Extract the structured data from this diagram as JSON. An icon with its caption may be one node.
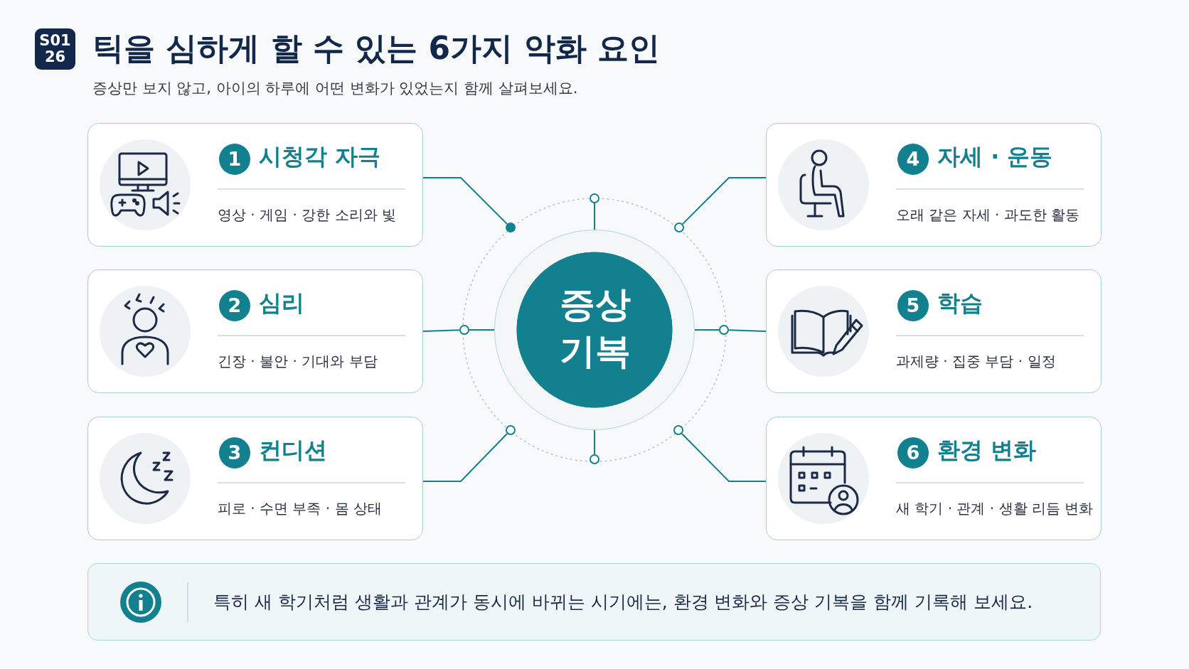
{
  "diagram": {
    "title": "틱을 심하게 할 수 있는 6가지 악화 요인",
    "nodes": [
      {
        "text": [
          "S01 26"
        ]
      },
      {
        "text": [
          "시청각 자극",
          "영상 · 게임 · 강한 소리와 빛"
        ]
      },
      {
        "text": [
          "1"
        ],
        "in": 1
      },
      {
        "text": [
          "심리",
          "긴장 · 불안 · 기대와 부담"
        ]
      },
      {
        "text": [
          "2"
        ],
        "in": 3
      },
      {
        "text": [
          "컨디션",
          "피로 · 수면 부족 · 몸 상태"
        ]
      },
      {
        "text": [
          "3"
        ],
        "in": 5
      },
      {
        "text": [
          "증상 기복"
        ]
      },
      {
        "text": [
          "자세 · 운동",
          "오래 같은 자세 · 과도한 활동"
        ]
      },
      {
        "text": [
          "4"
        ],
        "in": 8
      },
      {
        "text": [
          "학습",
          "과제량 · 집중 부담 · 일정"
        ]
      },
      {
        "text": [
          "5"
        ],
        "in": 10
      },
      {
        "text": [
          "환경 변화",
          "새 학기 · 관계 · 생활 리듬 변화"
        ]
      },
      {
        "text": [
          "6"
        ],
        "in": 12
      },
      {
        "text": [
          "특히 새 학기처럼 생활과 관계가 동시에 바뀌는 시기에는, 환경 변화와 증상 기복을 함께 기록해 보세요."
        ]
      },
      {
        "text": [],
        "shape": "circle"
      },
      {
        "text": [],
        "shape": "circle"
      },
      {
        "text": [],
        "shape": "circle"
      },
      {
        "text": [],
        "shape": "circle"
      },
      {
        "text": [],
        "shape": "circle"
      },
      {
        "text": [],
        "shape": "circle"
      },
      {
        "text": [],
        "shape": "circle"
      },
      {
        "text": [],
        "shape": "circle"
      }
    ],
    "edges": [
      {
        "from": 1,
        "to": 16,
        "arrow": "none"
      },
      {
        "from": 3,
        "to": 18,
        "arrow": "none"
      },
      {
        "from": 5,
        "to": 20,
        "arrow": "none"
      },
      {
        "from": 8,
        "to": 17,
        "arrow": "none"
      },
      {
        "from": 10,
        "to": 19,
        "arrow": "none"
      },
      {
        "from": 12,
        "to": 21,
        "arrow": "none"
      },
      {
        "from": 15,
        "to": 7,
        "arrow": "none"
      },
      {
        "from": 18,
        "to": 7,
        "arrow": "none"
      },
      {
        "from": 19,
        "to": 7,
        "arrow": "none"
      },
      {
        "from": 22,
        "to": 7,
        "arrow": "none"
      }
    ],
    "labels": [
      "증상만 보지 않고, 아이의 하루에 어떤 변화가 있었는지 함께 살펴보세요."
    ]
  }
}
